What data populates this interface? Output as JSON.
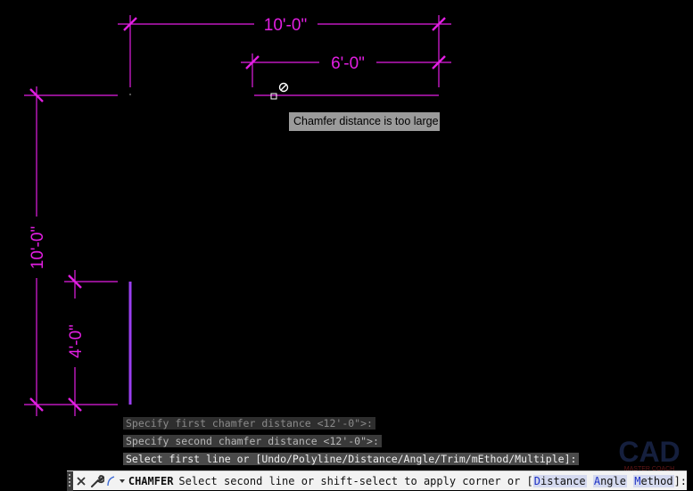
{
  "dimensions": {
    "top_overall": "10'-0\"",
    "top_partial": "6'-0\"",
    "left_overall": "10'-0\"",
    "left_partial": "4'-0\""
  },
  "tooltip": {
    "text": "Chamfer distance is too large"
  },
  "command_history": [
    "Specify first chamfer distance <12'-0\">:",
    "Specify second chamfer distance <12'-0\">:",
    "Select first line or [Undo/Polyline/Distance/Angle/Trim/mEthod/Multiple]:"
  ],
  "command_line": {
    "command": "CHAMFER",
    "prompt": "Select second line or shift-select to apply corner or [",
    "options": [
      {
        "hot": "D",
        "rest": "istance"
      },
      {
        "hot": "A",
        "rest": "ngle"
      },
      {
        "hot": "M",
        "rest": "ethod"
      }
    ],
    "tail": "]:"
  },
  "watermark": {
    "brand": "CAD",
    "sub": "MASTER COACH"
  },
  "colors": {
    "dimension": "#e21ee2",
    "line": "#9a3ff0",
    "background": "#000000"
  }
}
